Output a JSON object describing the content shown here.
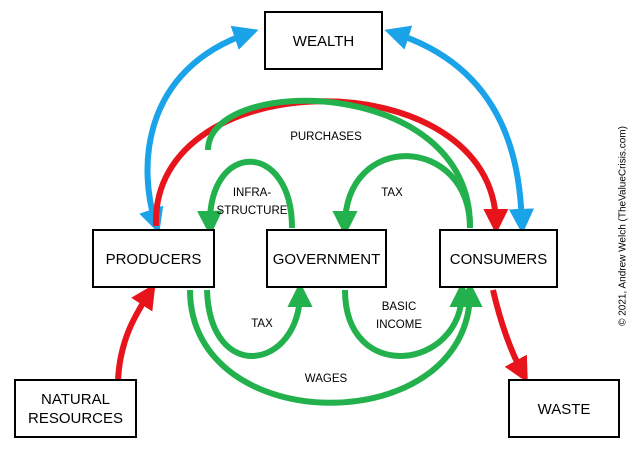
{
  "nodes": {
    "wealth": "WEALTH",
    "producers": "PRODUCERS",
    "government": "GOVERNMENT",
    "consumers": "CONSUMERS",
    "natural_resources": [
      "NATURAL",
      "RESOURCES"
    ],
    "waste": "WASTE"
  },
  "flows": {
    "purchases": "PURCHASES",
    "infrastructure": [
      "INFRA-",
      "STRUCTURE"
    ],
    "tax_consumers": "TAX",
    "tax_producers": "TAX",
    "basic_income": [
      "BASIC",
      "INCOME"
    ],
    "wages": "WAGES"
  },
  "copyright": "© 2021, Andrew Welch  (TheValueCrisis.com)",
  "colors": {
    "wealth_link": "#1aa3e8",
    "material_flow": "#e8141c",
    "money_flow": "#22b14c",
    "box_border": "#000000"
  }
}
